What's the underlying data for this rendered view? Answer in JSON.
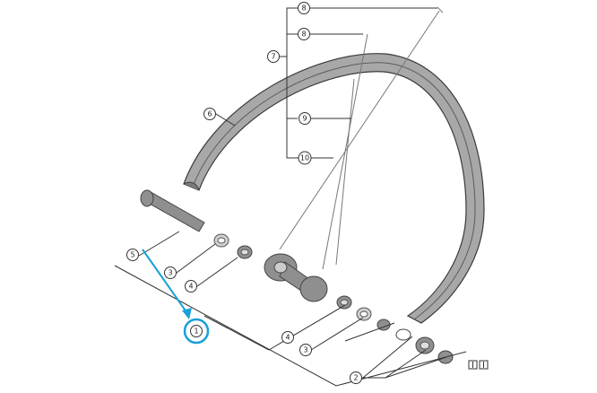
{
  "diagram": {
    "callouts": [
      {
        "id": "c1",
        "label": "1",
        "highlight": true
      },
      {
        "id": "c2",
        "label": "2"
      },
      {
        "id": "c3a",
        "label": "3"
      },
      {
        "id": "c3b",
        "label": "3"
      },
      {
        "id": "c4a",
        "label": "4"
      },
      {
        "id": "c4b",
        "label": "4"
      },
      {
        "id": "c5",
        "label": "5"
      },
      {
        "id": "c6",
        "label": "6"
      },
      {
        "id": "c7",
        "label": "7"
      },
      {
        "id": "c8a",
        "label": "8"
      },
      {
        "id": "c8b",
        "label": "8"
      },
      {
        "id": "c9",
        "label": "9"
      },
      {
        "id": "c10",
        "label": "10"
      }
    ],
    "highlight_color": "#1aa0d8",
    "icons": [
      "book-icon",
      "book-icon"
    ]
  }
}
